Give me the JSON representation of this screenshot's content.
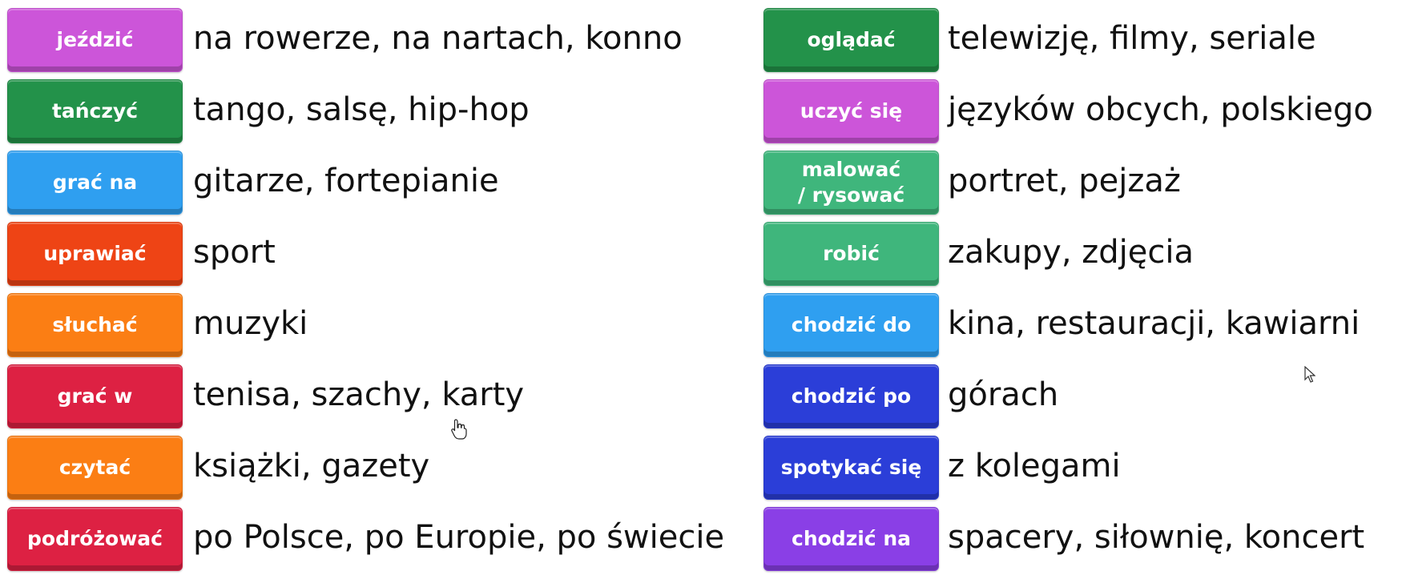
{
  "left_column": [
    {
      "verb": "jeździć",
      "complement": "na rowerze, na nartach, konno",
      "color": "#cc55d9"
    },
    {
      "verb": "tańczyć",
      "complement": "tango, salsę, hip-hop",
      "color": "#23924a"
    },
    {
      "verb": "grać na",
      "complement": "gitarze, fortepianie",
      "color": "#2f9ff0"
    },
    {
      "verb": "uprawiać",
      "complement": "sport",
      "color": "#ee4415"
    },
    {
      "verb": "słuchać",
      "complement": "muzyki",
      "color": "#fb7e14"
    },
    {
      "verb": "grać w",
      "complement": "tenisa, szachy, karty",
      "color": "#dd2143"
    },
    {
      "verb": "czytać",
      "complement": "książki, gazety",
      "color": "#fb7e14"
    },
    {
      "verb": "podróżować",
      "complement": "po Polsce, po Europie, po świecie",
      "color": "#dd2143"
    }
  ],
  "right_column": [
    {
      "verb": "oglądać",
      "complement": "telewizję, filmy, seriale",
      "color": "#23924a"
    },
    {
      "verb": "uczyć się",
      "complement": "języków obcych, polskiego",
      "color": "#cc55d9"
    },
    {
      "verb": "malować\n/ rysować",
      "complement": "portret, pejzaż",
      "color": "#3fb67c"
    },
    {
      "verb": "robić",
      "complement": "zakupy, zdjęcia",
      "color": "#3fb67c"
    },
    {
      "verb": "chodzić do",
      "complement": "kina, restauracji, kawiarni",
      "color": "#2f9ff0"
    },
    {
      "verb": "chodzić po",
      "complement": "górach",
      "color": "#2b3ed8"
    },
    {
      "verb": "spotykać się",
      "complement": "z kolegami",
      "color": "#2b3ed8"
    },
    {
      "verb": "chodzić na",
      "complement": "spacery, siłownię, koncert",
      "color": "#8a3fe6"
    }
  ]
}
